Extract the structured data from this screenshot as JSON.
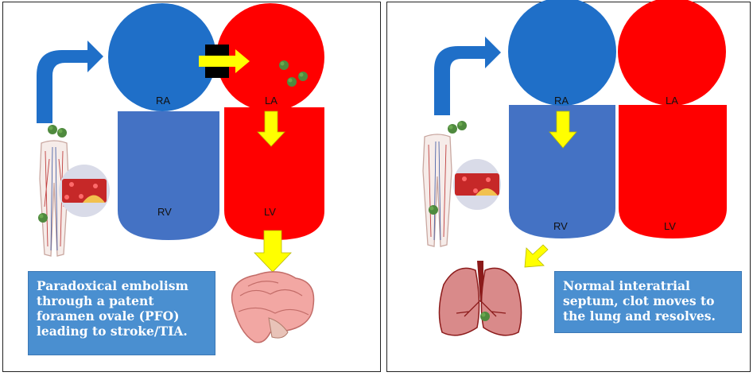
{
  "colors": {
    "right_heart": "#1f6fc8",
    "right_ventricle": "#4472c4",
    "left_heart": "#ff0000",
    "arrow_yellow": "#ffff00",
    "caption_bg": "#4a8fd0",
    "clot": "#4f8a3e"
  },
  "left_panel": {
    "labels": {
      "ra": "RA",
      "la": "LA",
      "rv": "RV",
      "lv": "LV"
    },
    "caption": "Paradoxical embolism through a patent foramen ovale (PFO) leading to stroke/TIA."
  },
  "right_panel": {
    "labels": {
      "ra": "RA",
      "la": "LA",
      "rv": "RV",
      "lv": "LV"
    },
    "caption": "Normal interatrial septum, clot moves to the lung and resolves."
  },
  "icons": [
    "leg-veins-icon",
    "vessel-clot-icon",
    "brain-icon",
    "lungs-icon",
    "blue-flow-arrow-icon",
    "pfo-block-icon"
  ]
}
